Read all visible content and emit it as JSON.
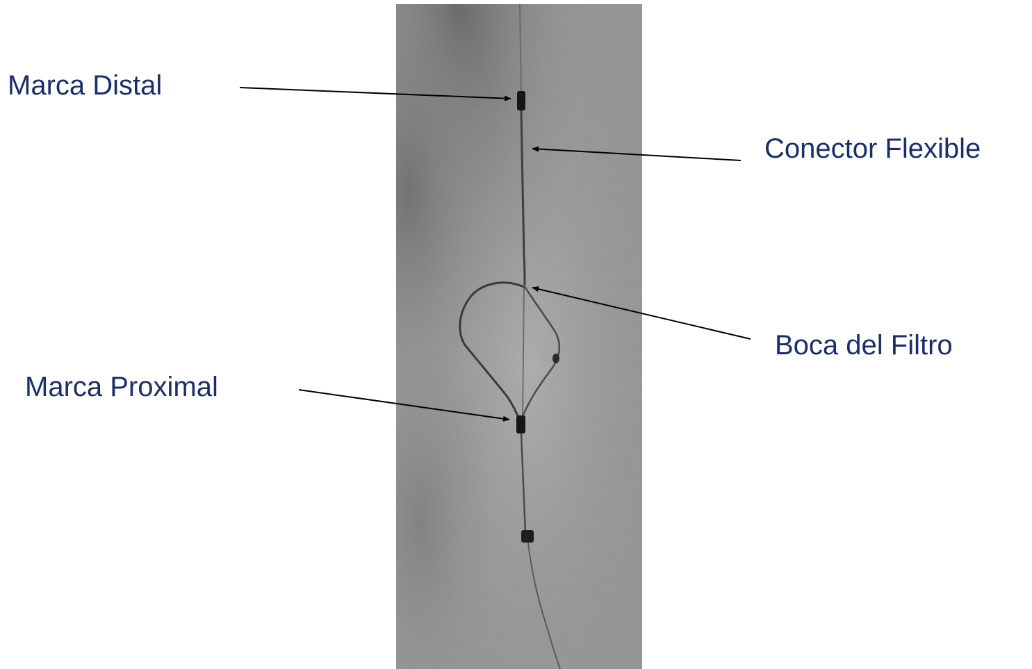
{
  "labels": {
    "distal_marker": "Marca Distal",
    "flexible_connector": "Conector Flexible",
    "filter_mouth": "Boca del Filtro",
    "proximal_marker": "Marca Proximal"
  },
  "colors": {
    "label_text": "#1a2e6c",
    "arrow": "#000000",
    "xray_background": "#9a9a9a",
    "device_wire": "#3a3a3a",
    "marker": "#161616"
  }
}
